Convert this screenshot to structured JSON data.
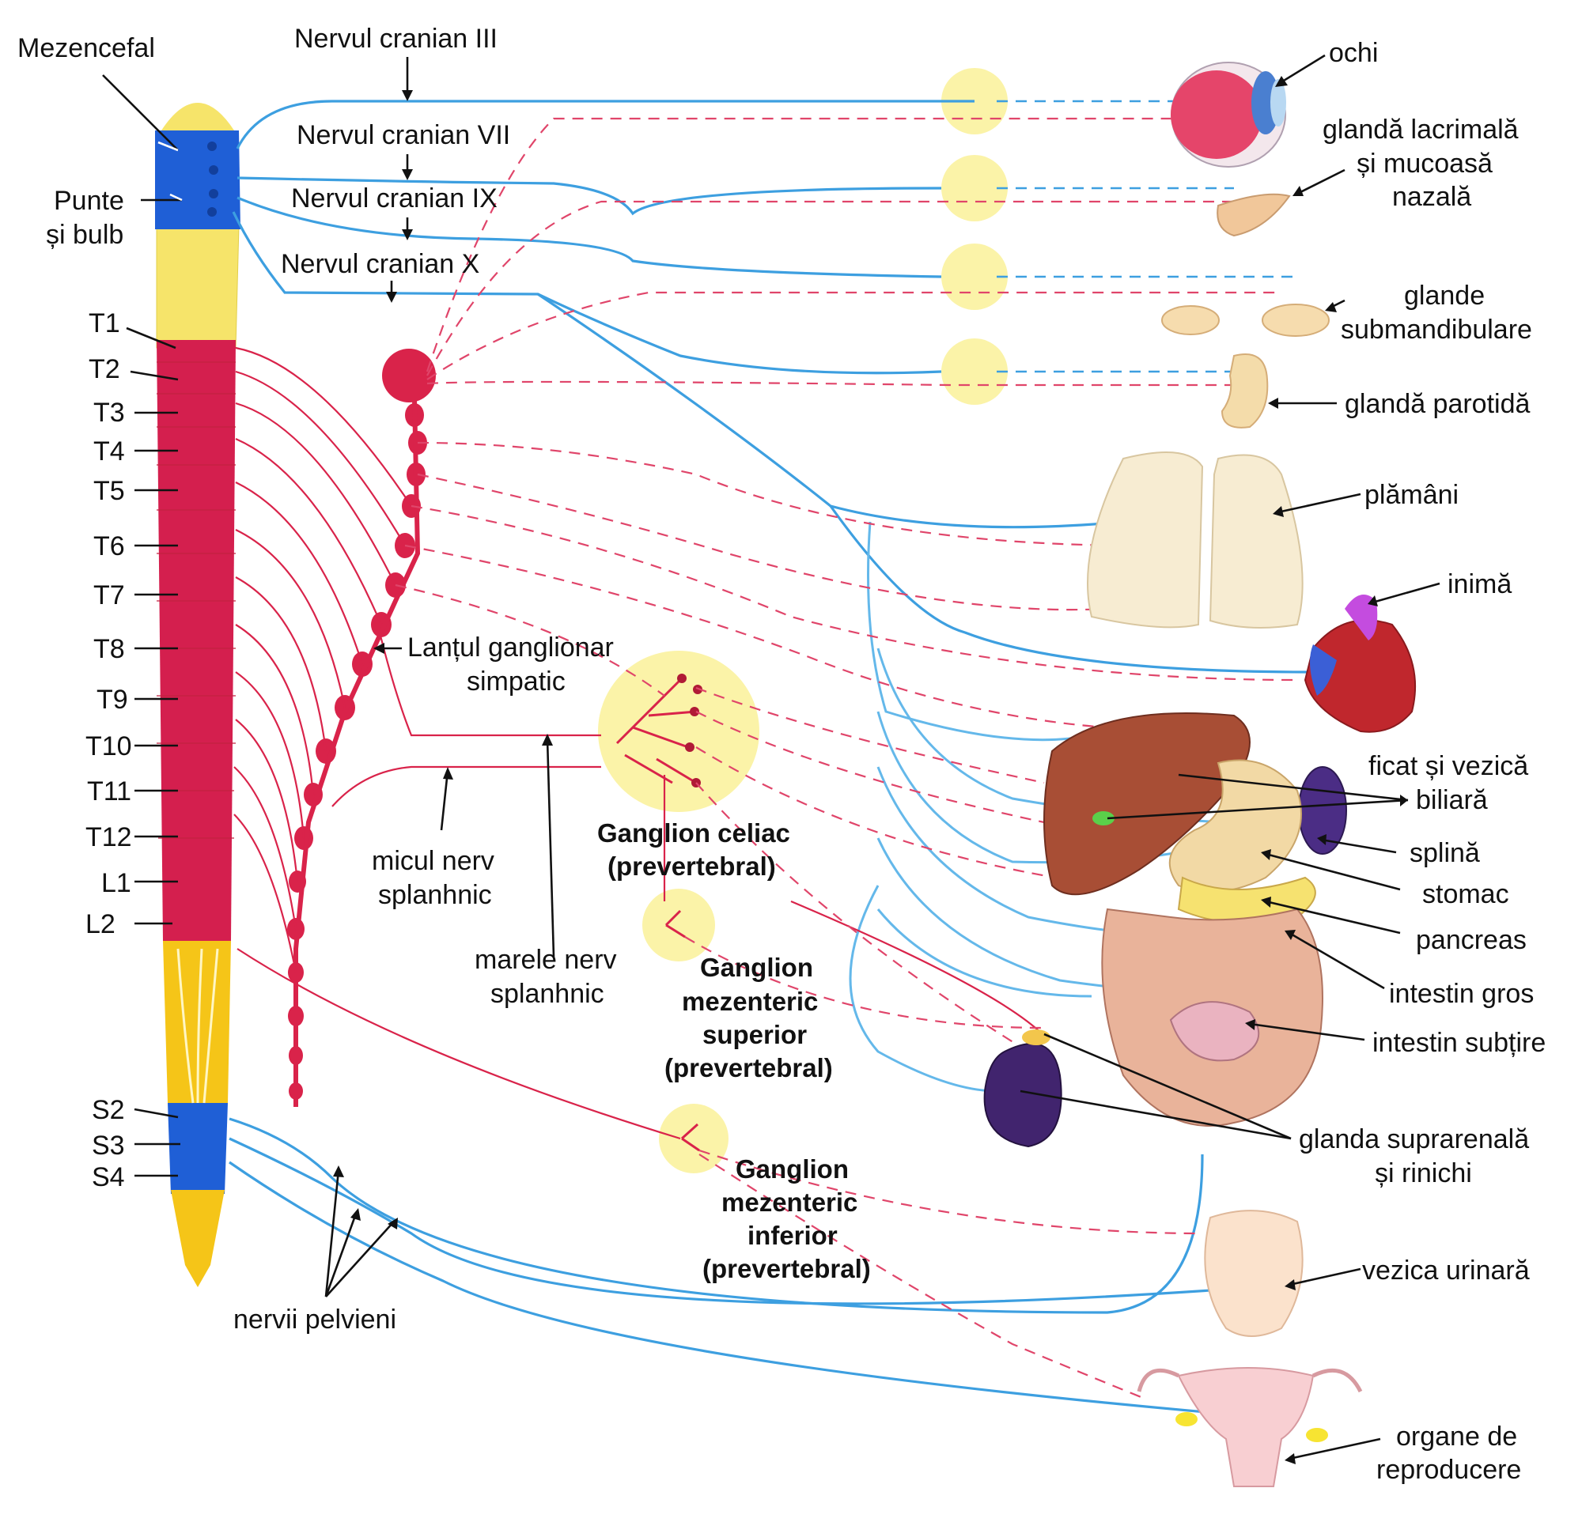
{
  "colors": {
    "parasympathetic": "#3d9fe0",
    "sympathetic": "#d9234a",
    "spine_thoracic": "#d41f4e",
    "spine_cervical": "#f6e46a",
    "spine_brainstem": "#1f5fd6",
    "spine_lumbar": "#f5c518",
    "ganglion": "#fbf3a8"
  },
  "spinal_labels": {
    "mezencefal": "Mezencefal",
    "punte_1": "Punte",
    "punte_2": "și bulb",
    "t1": "T1",
    "t2": "T2",
    "t3": "T3",
    "t4": "T4",
    "t5": "T5",
    "t6": "T6",
    "t7": "T7",
    "t8": "T8",
    "t9": "T9",
    "t10": "T10",
    "t11": "T11",
    "t12": "T12",
    "l1": "L1",
    "l2": "L2",
    "s2": "S2",
    "s3": "S3",
    "s4": "S4"
  },
  "nerve_labels": {
    "cranial_iii": "Nervul cranian III",
    "cranial_vii": "Nervul cranian VII",
    "cranial_ix": "Nervul cranian IX",
    "cranial_x": "Nervul cranian X",
    "chain_1": "Lanțul ganglionar",
    "chain_2": "simpatic",
    "lesser_1": "micul nerv",
    "lesser_2": "splanhnic",
    "greater_1": "marele nerv",
    "greater_2": "splanhnic",
    "pelvic": "nervii pelvieni"
  },
  "ganglia_labels": {
    "celiac_1": "Ganglion celiac",
    "celiac_2": "(prevertebral)",
    "sup_1": "Ganglion",
    "sup_2": "mezenteric",
    "sup_3": "superior",
    "sup_4": "(prevertebral)",
    "inf_1": "Ganglion",
    "inf_2": "mezenteric",
    "inf_3": "inferior",
    "inf_4": "(prevertebral)"
  },
  "organ_labels": {
    "ochi": "ochi",
    "lacrimala_1": "glandă lacrimală",
    "lacrimala_2": "și mucoasă",
    "lacrimala_3": "nazală",
    "submand_1": "glande",
    "submand_2": "submandibulare",
    "parotida": "glandă parotidă",
    "plamani": "plămâni",
    "inima": "inimă",
    "ficat_1": "ficat și vezică",
    "ficat_2": "biliară",
    "splina": "splină",
    "stomac": "stomac",
    "pancreas": "pancreas",
    "intestin_gros": "intestin gros",
    "intestin_subtire": "intestin subțire",
    "suprarenala_1": "glanda suprarenală",
    "suprarenala_2": "și rinichi",
    "vezica": "vezica urinară",
    "reproducere_1": "organe de",
    "reproducere_2": "reproducere"
  }
}
